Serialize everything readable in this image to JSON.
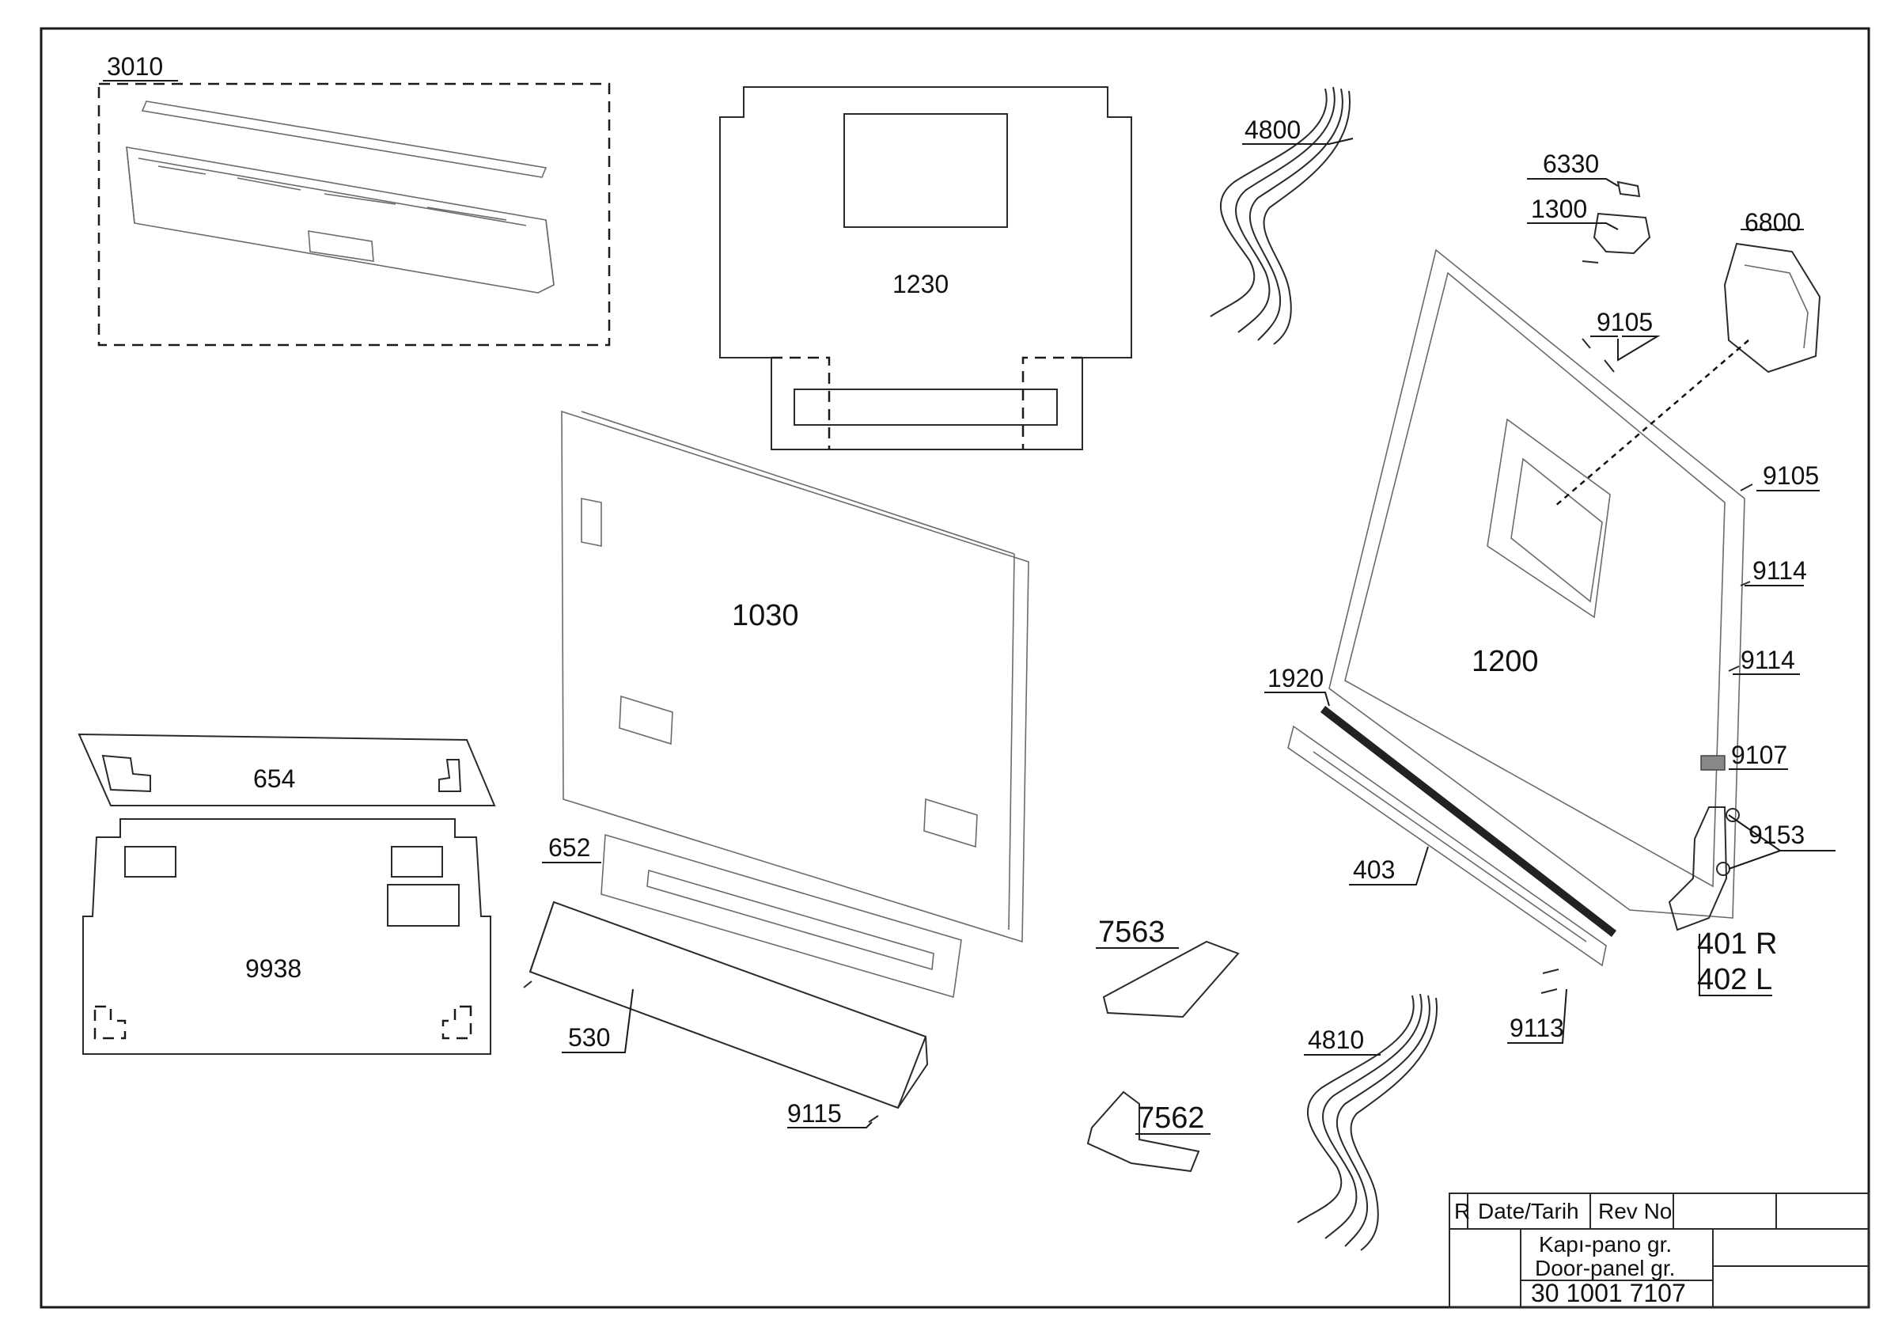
{
  "drawing": {
    "parts": {
      "p3010": "3010",
      "p1230": "1230",
      "p4800": "4800",
      "p6330": "6330",
      "p1300": "1300",
      "p6800": "6800",
      "p9105a": "9105",
      "p9105b": "9105",
      "p9114a": "9114",
      "p9114b": "9114",
      "p9107": "9107",
      "p9153": "9153",
      "p401": "401 R",
      "p402": "402 L",
      "p1200": "1200",
      "p1920": "1920",
      "p403": "403",
      "p9113": "9113",
      "p1030": "1030",
      "p654": "654",
      "p9938": "9938",
      "p652": "652",
      "p530": "530",
      "p9115": "9115",
      "p7563": "7563",
      "p7562": "7562",
      "p4810": "4810"
    }
  },
  "title_block": {
    "rev_mark": "R",
    "date_header": "Date/Tarih",
    "rev_header": "Rev No",
    "title_tr": "Kapı-pano gr.",
    "title_en": "Door-panel gr.",
    "drawing_number": "30 1001 7107"
  }
}
